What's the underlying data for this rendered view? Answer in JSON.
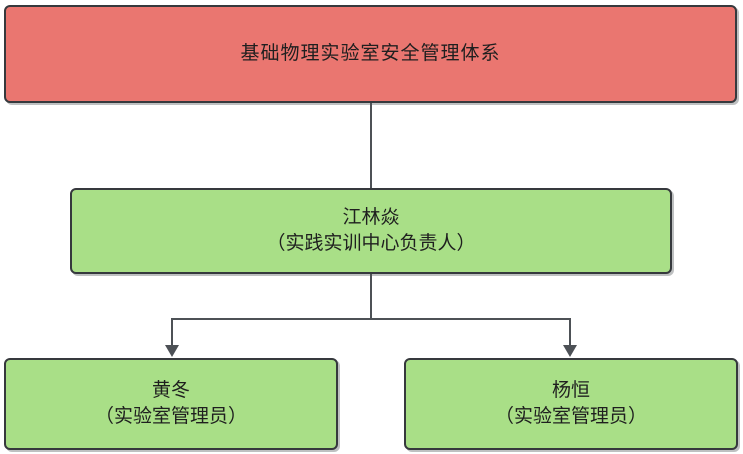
{
  "diagram": {
    "type": "org-chart",
    "title": "基础物理实验室安全管理体系",
    "colors": {
      "root_fill": "#ea7670",
      "node_fill": "#a9df87",
      "border": "#36393d",
      "connector": "#4d5156",
      "text": "#1f1f1f",
      "background": "#ffffff"
    },
    "nodes": {
      "root": {
        "label": "基础物理实验室安全管理体系"
      },
      "manager": {
        "name": "江林焱",
        "role": "（实践实训中心负责人）"
      },
      "staff_left": {
        "name": "黄冬",
        "role": "（实验室管理员）"
      },
      "staff_right": {
        "name": "杨恒",
        "role": "（实验室管理员）"
      }
    },
    "edges": [
      {
        "from": "root",
        "to": "manager",
        "arrow": false
      },
      {
        "from": "manager",
        "to": "staff_left",
        "arrow": true
      },
      {
        "from": "manager",
        "to": "staff_right",
        "arrow": true
      }
    ]
  }
}
